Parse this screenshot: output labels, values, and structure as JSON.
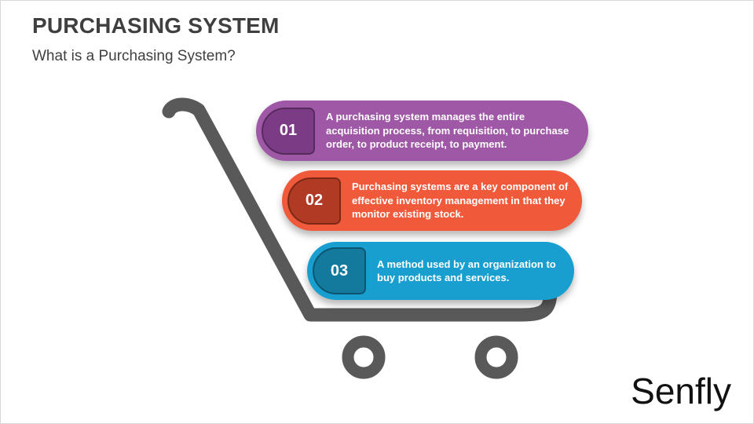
{
  "slide": {
    "title": "PURCHASING SYSTEM",
    "subtitle": "What is a Purchasing System?",
    "brand": "Senfly",
    "background": "#ffffff"
  },
  "cart": {
    "color": "#595959"
  },
  "items": [
    {
      "number": "01",
      "text": "A purchasing system manages the entire acquisition process, from requisition, to purchase order, to product receipt, to payment.",
      "color": "#9e58a5",
      "badge_color": "#7c3c85",
      "badge_border": "#572a5e"
    },
    {
      "number": "02",
      "text": "Purchasing systems are a key component of effective inventory management in that they monitor existing stock.",
      "color": "#f05a3a",
      "badge_color": "#b03a24",
      "badge_border": "#7d2817"
    },
    {
      "number": "03",
      "text": "A method used by an organization to buy products and services.",
      "color": "#189fd0",
      "badge_color": "#137a9e",
      "badge_border": "#0c5570"
    }
  ]
}
